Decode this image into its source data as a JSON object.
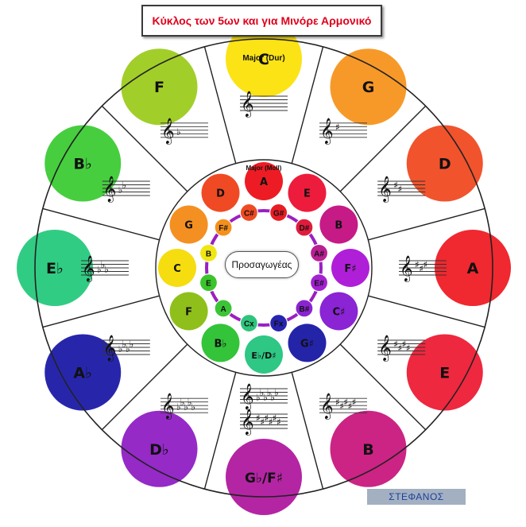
{
  "title": "Κύκλος των 5ων και για Μινόρε Αρμονικό",
  "outer_ring_label": "Major (Dur)",
  "middle_ring_label": "Major (Moll)",
  "center_label": "Προσαγωγέας",
  "author": "ΣΤΕΦΑΝΟΣ",
  "major_keys": [
    {
      "label": "C",
      "color": "#fbe10a",
      "sig_type": "none",
      "sig_count": 0
    },
    {
      "label": "G",
      "color": "#f7941d",
      "sig_type": "sharp",
      "sig_count": 1
    },
    {
      "label": "D",
      "color": "#f04a22",
      "sig_type": "sharp",
      "sig_count": 2
    },
    {
      "label": "A",
      "color": "#ef1c24",
      "sig_type": "sharp",
      "sig_count": 3
    },
    {
      "label": "E",
      "color": "#ed1c35",
      "sig_type": "sharp",
      "sig_count": 4
    },
    {
      "label": "B",
      "color": "#c8187d",
      "sig_type": "sharp",
      "sig_count": 5
    },
    {
      "label": "G♭/F♯",
      "color": "#b0199f",
      "sig_type": "both",
      "sig_count": 6
    },
    {
      "label": "D♭",
      "color": "#8f1fc4",
      "sig_type": "flat",
      "sig_count": 5
    },
    {
      "label": "A♭",
      "color": "#1b1aa6",
      "sig_type": "flat",
      "sig_count": 4
    },
    {
      "label": "E♭",
      "color": "#26c97c",
      "sig_type": "flat",
      "sig_count": 3
    },
    {
      "label": "B♭",
      "color": "#3ccb35",
      "sig_type": "flat",
      "sig_count": 2
    },
    {
      "label": "F",
      "color": "#9dcb1f",
      "sig_type": "flat",
      "sig_count": 1
    }
  ],
  "minor_keys": [
    {
      "label": "A",
      "color": "#ed1c24"
    },
    {
      "label": "E",
      "color": "#ed1c3c"
    },
    {
      "label": "B",
      "color": "#c61a86"
    },
    {
      "label": "F♯",
      "color": "#b01fd8"
    },
    {
      "label": "C♯",
      "color": "#8a24d4"
    },
    {
      "label": "G♯",
      "color": "#2424a8"
    },
    {
      "label": "E♭/D♯",
      "color": "#2ec784"
    },
    {
      "label": "B♭",
      "color": "#33c43a"
    },
    {
      "label": "F",
      "color": "#8fbf1b"
    },
    {
      "label": "C",
      "color": "#f5dd10"
    },
    {
      "label": "G",
      "color": "#f39021"
    },
    {
      "label": "D",
      "color": "#ef4a24"
    }
  ],
  "leading_tones": [
    {
      "label": "G#",
      "color": "#e81c24"
    },
    {
      "label": "D#",
      "color": "#e01c3c"
    },
    {
      "label": "A#",
      "color": "#b82094"
    },
    {
      "label": "E#",
      "color": "#a322d2"
    },
    {
      "label": "B#",
      "color": "#8a24d0"
    },
    {
      "label": "Fx",
      "color": "#2624b0"
    },
    {
      "label": "Cx",
      "color": "#2ec47c"
    },
    {
      "label": "A",
      "color": "#3cc437"
    },
    {
      "label": "E",
      "color": "#3bc42b"
    },
    {
      "label": "B",
      "color": "#f0e614"
    },
    {
      "label": "F#",
      "color": "#f5901c"
    },
    {
      "label": "C#",
      "color": "#ef4a22"
    }
  ]
}
